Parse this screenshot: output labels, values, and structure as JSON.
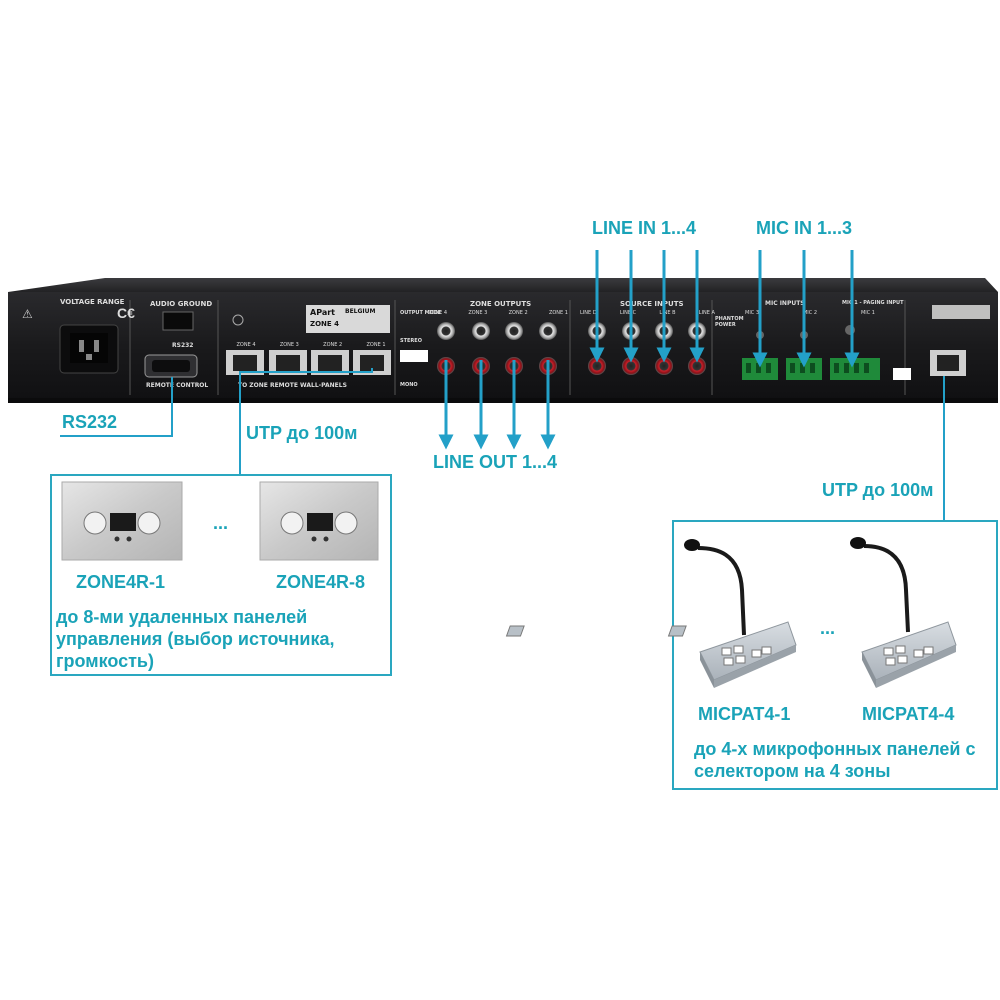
{
  "labels": {
    "line_in": "LINE IN 1...4",
    "mic_in": "MIC IN 1...3",
    "line_out": "LINE OUT 1...4",
    "rs232": "RS232",
    "utp_left": "UTP до 100м",
    "utp_right": "UTP до 100м"
  },
  "left_group": {
    "panel_first": "ZONE4R-1",
    "panel_last": "ZONE4R-8",
    "ellipsis": "...",
    "description": "до 8-ми удаленных панелей управления (выбор источника, громкость)"
  },
  "right_group": {
    "panel_first": "MICPAT4-1",
    "panel_last": "MICPAT4-4",
    "ellipsis": "...",
    "description": "до 4-х микрофонных панелей с селектором на 4 зоны"
  },
  "device": {
    "brand": "APart",
    "model": "ZONE 4",
    "country": "BELGIUM",
    "sections": {
      "voltage": "VOLTAGE RANGE",
      "audio_ground": "AUDIO GROUND",
      "remote_control": "REMOTE CONTROL",
      "rs232": "RS232",
      "wall_panels": "TO ZONE REMOTE WALL-PANELS",
      "zone_outputs": "ZONE OUTPUTS",
      "source_inputs": "SOURCE INPUTS",
      "mic_inputs": "MIC INPUTS",
      "phantom": "PHANTOM POWER",
      "paging": "MIC 1 - PAGING INPUT",
      "output_mode": "OUTPUT MODE",
      "stereo": "STEREO",
      "mono": "MONO"
    },
    "zone_ports": [
      "ZONE 4",
      "ZONE 3",
      "ZONE 2",
      "ZONE 1"
    ],
    "zone_outs": [
      "ZONE 4",
      "ZONE 3",
      "ZONE 2",
      "ZONE 1"
    ],
    "line_ins": [
      "LINE D",
      "LINE C",
      "LINE B",
      "LINE A"
    ],
    "mic_labels": [
      "MIC 3",
      "MIC 2",
      "MIC 1"
    ]
  },
  "colors": {
    "accent": "#1aa3b8",
    "arrow": "#23a0c8",
    "device": "#1b1b1d"
  }
}
